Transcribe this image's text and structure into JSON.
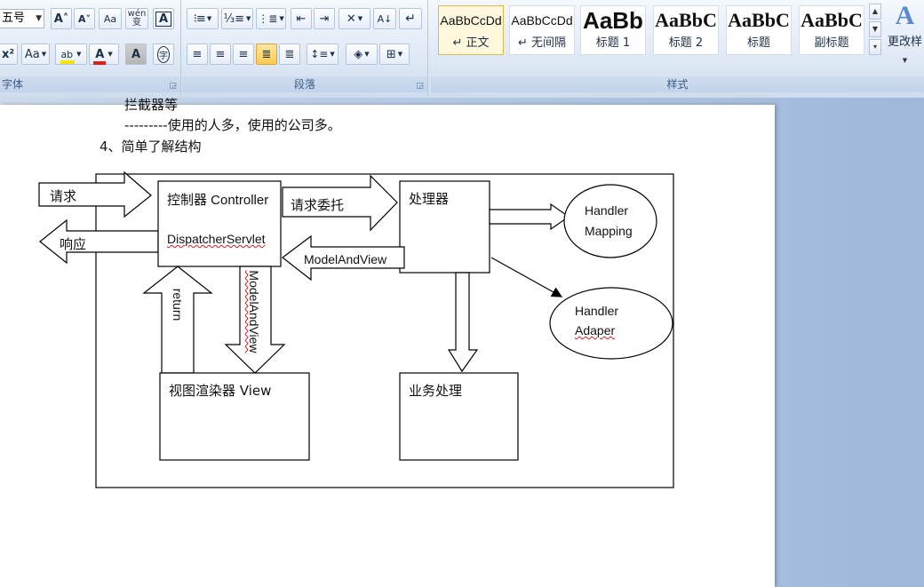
{
  "ribbon": {
    "font_group": {
      "label": "字体",
      "font_size": "五号",
      "grow_font": "A˄",
      "shrink_font": "A˅",
      "change_case": "Aa",
      "phonetic": "wén\n变",
      "char_border": "A",
      "superscript": "x²",
      "case_button": "Aa",
      "highlight_glyph": "ab",
      "font_color_glyph": "A",
      "char_shading": "A",
      "enclose_char": "字",
      "highlight_color": "#f5e400",
      "font_color": "#e0201a"
    },
    "paragraph_group": {
      "label": "段落"
    },
    "styles_group": {
      "label": "样式",
      "change_styles": "更改样",
      "cards": [
        {
          "sample": "AaBbCcDd",
          "name": "↵ 正文"
        },
        {
          "sample": "AaBbCcDd",
          "name": "↵ 无间隔"
        },
        {
          "sample": "AaBb",
          "name": "标题 1"
        },
        {
          "sample": "AaBbC",
          "name": "标题 2"
        },
        {
          "sample": "AaBbC",
          "name": "标题"
        },
        {
          "sample": "AaBbC",
          "name": "副标题"
        }
      ]
    }
  },
  "document": {
    "line_cut": "拦截器等",
    "line1": "---------使用的人多，使用的公司多。",
    "line2": "4、简单了解结构",
    "diagram": {
      "request": "请求",
      "response": "响应",
      "controller_title": "控制器 Controller",
      "controller_sub": "DispatcherServlet",
      "delegate": "请求委托",
      "processor": "处理器",
      "model_and_view_h": "ModelAndView",
      "model_and_view_v": "ModelAndView",
      "return_label": "return",
      "handler_mapping_1": "Handler",
      "handler_mapping_2": "Mapping",
      "handler_adapter_1": "Handler",
      "handler_adapter_2": "Adaper",
      "view_renderer": "视图渲染器 View",
      "business": "业务处理"
    }
  }
}
